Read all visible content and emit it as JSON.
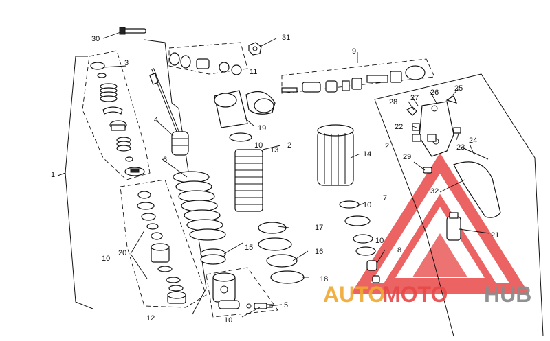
{
  "callouts": {
    "c1": "1",
    "c2": "2",
    "c2b": "2",
    "c3": "3",
    "c4": "4",
    "c5": "5",
    "c6": "6",
    "c7": "7",
    "c8": "8",
    "c9": "9",
    "c10a": "10",
    "c10b": "10",
    "c10c": "10",
    "c10d": "10",
    "c10e": "10",
    "c11": "11",
    "c12": "12",
    "c13": "13",
    "c14": "14",
    "c15": "15",
    "c16": "16",
    "c17": "17",
    "c18": "18",
    "c19": "19",
    "c20": "20",
    "c21": "21",
    "c22": "22",
    "c23": "23",
    "c24": "24",
    "c25": "25",
    "c26": "26",
    "c27": "27",
    "c28": "28",
    "c29": "29",
    "c30": "30",
    "c31": "31",
    "c32": "32"
  },
  "watermark": {
    "auto": "AUTO",
    "moto": "MOTO",
    "hub": "HUB",
    "colors": {
      "red": "#e84848",
      "orange": "#f0a830",
      "gray": "#8c8c8c"
    }
  }
}
